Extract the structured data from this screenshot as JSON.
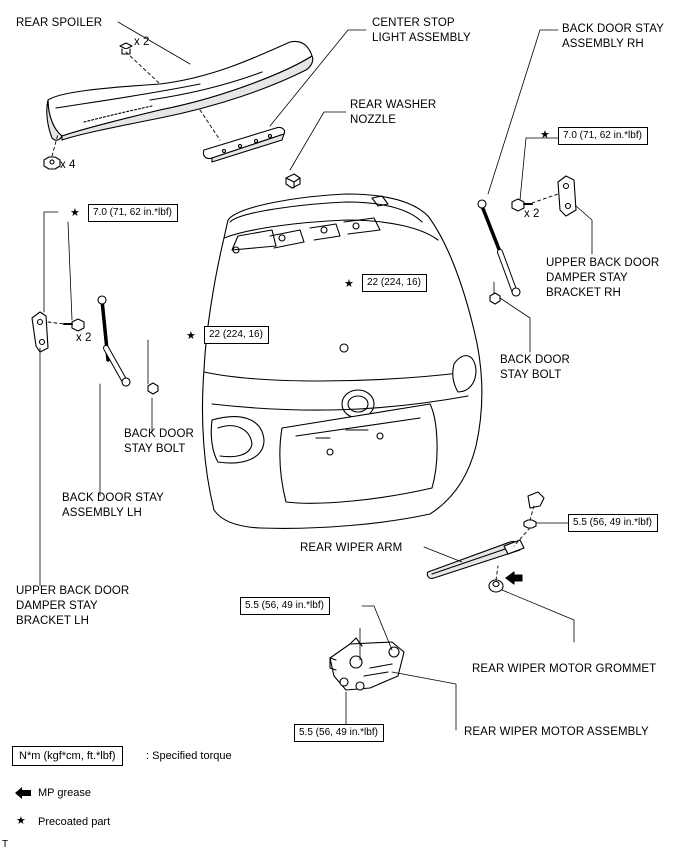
{
  "parts": {
    "rear_spoiler": "REAR SPOILER",
    "center_stop_light_1": "CENTER STOP",
    "center_stop_light_2": "LIGHT ASSEMBLY",
    "rear_washer_nozzle_1": "REAR WASHER",
    "rear_washer_nozzle_2": "NOZZLE",
    "back_door_stay_rh_1": "BACK DOOR STAY",
    "back_door_stay_rh_2": "ASSEMBLY RH",
    "upper_bracket_rh_1": "UPPER BACK DOOR",
    "upper_bracket_rh_2": "DAMPER STAY",
    "upper_bracket_rh_3": "BRACKET RH",
    "back_door_stay_bolt_r_1": "BACK DOOR",
    "back_door_stay_bolt_r_2": "STAY BOLT",
    "back_door_stay_bolt_l_1": "BACK DOOR",
    "back_door_stay_bolt_l_2": "STAY BOLT",
    "back_door_stay_lh_1": "BACK DOOR STAY",
    "back_door_stay_lh_2": "ASSEMBLY LH",
    "upper_bracket_lh_1": "UPPER BACK DOOR",
    "upper_bracket_lh_2": "DAMPER STAY",
    "upper_bracket_lh_3": "BRACKET LH",
    "rear_wiper_arm": "REAR WIPER ARM",
    "rear_wiper_motor_grommet": "REAR WIPER MOTOR GROMMET",
    "rear_wiper_motor_assembly": "REAR WIPER MOTOR ASSEMBLY"
  },
  "quantities": {
    "spoiler_clip": "x 2",
    "spoiler_nut": "x 4",
    "stay_rh_bolt": "x 2",
    "stay_lh_bolt": "x 2"
  },
  "torques": {
    "stay_rh_bolt": "7.0 (71, 62 in.*lbf)",
    "stay_lh_bolt": "7.0 (71, 62 in.*lbf)",
    "stay_bolt_r": "22 (224, 16)",
    "stay_bolt_l": "22 (224, 16)",
    "wiper_arm_nut": "5.5 (56, 49 in.*lbf)",
    "wiper_motor_upper": "5.5 (56, 49 in.*lbf)",
    "wiper_motor_lower": "5.5 (56, 49 in.*lbf)"
  },
  "star_symbol": "★",
  "legend": {
    "torque_unit": "N*m (kgf*cm, ft.*lbf)",
    "torque_desc": ": Specified torque",
    "mp_grease": "MP grease",
    "precoated": "Precoated part"
  },
  "corner_mark": "T"
}
